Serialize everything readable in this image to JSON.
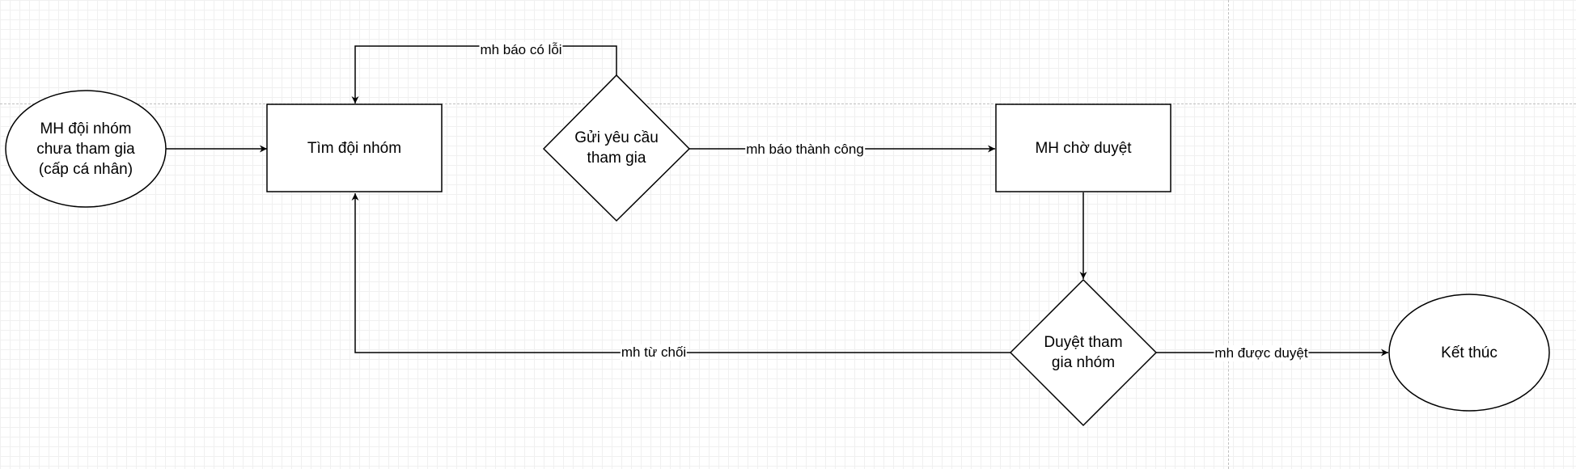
{
  "diagram": {
    "nodes": {
      "start": {
        "label": "MH đội nhóm\nchưa tham gia\n(cấp cá nhân)",
        "shape": "ellipse"
      },
      "find_team": {
        "label": "Tìm đội nhóm",
        "shape": "rectangle"
      },
      "send_request": {
        "label": "Gửi yêu cầu\ntham gia",
        "shape": "diamond"
      },
      "waiting": {
        "label": "MH chờ duyệt",
        "shape": "rectangle"
      },
      "approve": {
        "label": "Duyệt tham\ngia nhóm",
        "shape": "diamond"
      },
      "end": {
        "label": "Kết thúc",
        "shape": "ellipse"
      }
    },
    "edges": {
      "error": {
        "label": "mh báo có lỗi",
        "from": "send_request",
        "to": "find_team"
      },
      "success": {
        "label": "mh báo thành công",
        "from": "send_request",
        "to": "waiting"
      },
      "rejected": {
        "label": "mh từ chối",
        "from": "approve",
        "to": "find_team"
      },
      "approved": {
        "label": "mh được duyệt",
        "from": "approve",
        "to": "end"
      }
    },
    "colors": {
      "stroke": "#000000",
      "fill": "#ffffff",
      "grid_minor": "#f0f0f0",
      "grid_major": "#dcdcdc",
      "page_break": "#c0c0c0"
    }
  }
}
